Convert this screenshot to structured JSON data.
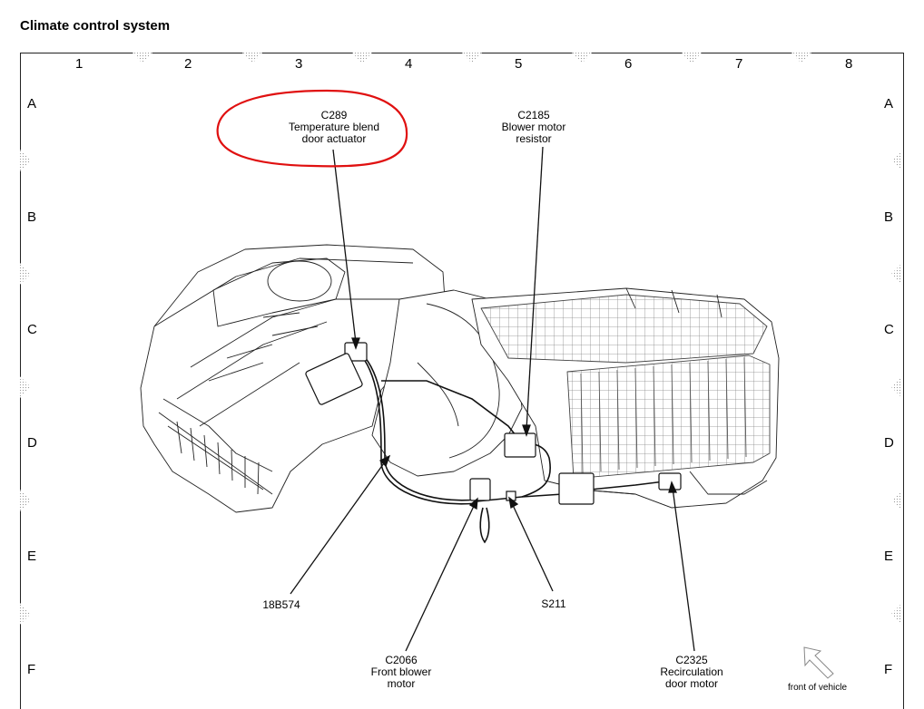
{
  "title": "Climate control system",
  "grid": {
    "columns": [
      "1",
      "2",
      "3",
      "4",
      "5",
      "6",
      "7",
      "8"
    ],
    "rows": [
      "A",
      "B",
      "C",
      "D",
      "E",
      "F"
    ]
  },
  "callouts": {
    "c289": {
      "code": "C289",
      "line1": "Temperature blend",
      "line2": "door actuator",
      "highlighted": true
    },
    "c2185": {
      "code": "C2185",
      "line1": "Blower motor",
      "line2": "resistor"
    },
    "w18b574": {
      "code": "18B574"
    },
    "s211": {
      "code": "S211"
    },
    "c2066": {
      "code": "C2066",
      "line1": "Front blower",
      "line2": "motor"
    },
    "c2325": {
      "code": "C2325",
      "line1": "Recirculation",
      "line2": "door motor"
    }
  },
  "orientation": {
    "label": "front of vehicle",
    "icon": "arrow-icon"
  },
  "colors": {
    "highlight": "#e01010",
    "ink": "#111111"
  }
}
